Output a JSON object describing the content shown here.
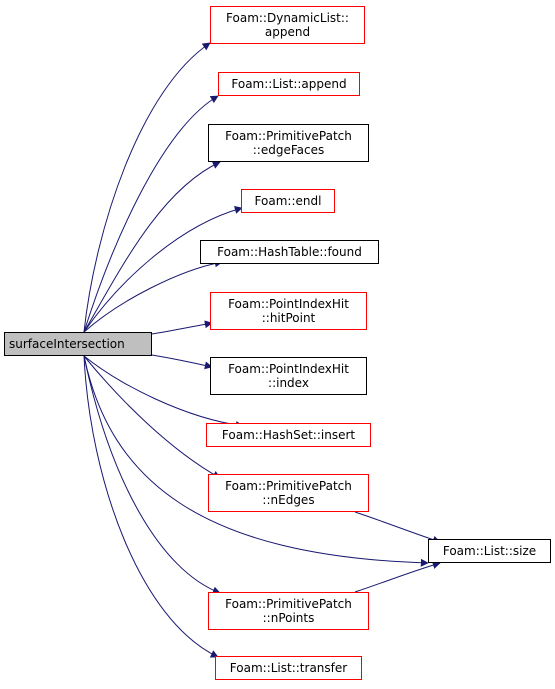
{
  "colors": {
    "edge": "#191970",
    "red_border": "#ff0000",
    "black_border": "#000000",
    "root_fill": "#bfbfbf"
  },
  "root": {
    "label": "surfaceIntersection"
  },
  "nodes": [
    {
      "id": "dynamiclist-append",
      "lines": [
        "Foam::DynamicList::",
        "append"
      ],
      "border": "red"
    },
    {
      "id": "list-append",
      "lines": [
        "Foam::List::append"
      ],
      "border": "red"
    },
    {
      "id": "primitivepatch-edgefaces",
      "lines": [
        "Foam::PrimitivePatch",
        "::edgeFaces"
      ],
      "border": "black"
    },
    {
      "id": "endl",
      "lines": [
        "Foam::endl"
      ],
      "border": "red"
    },
    {
      "id": "hashtable-found",
      "lines": [
        "Foam::HashTable::found"
      ],
      "border": "black"
    },
    {
      "id": "pointindexhit-hitpoint",
      "lines": [
        "Foam::PointIndexHit",
        "::hitPoint"
      ],
      "border": "red"
    },
    {
      "id": "pointindexhit-index",
      "lines": [
        "Foam::PointIndexHit",
        "::index"
      ],
      "border": "black"
    },
    {
      "id": "hashset-insert",
      "lines": [
        "Foam::HashSet::insert"
      ],
      "border": "red"
    },
    {
      "id": "primitivepatch-nedges",
      "lines": [
        "Foam::PrimitivePatch",
        "::nEdges"
      ],
      "border": "red"
    },
    {
      "id": "list-size",
      "lines": [
        "Foam::List::size"
      ],
      "border": "black"
    },
    {
      "id": "primitivepatch-npoints",
      "lines": [
        "Foam::PrimitivePatch",
        "::nPoints"
      ],
      "border": "red"
    },
    {
      "id": "list-transfer",
      "lines": [
        "Foam::List::transfer"
      ],
      "border": "red"
    }
  ],
  "edges": [
    {
      "from": "root",
      "to": "dynamiclist-append"
    },
    {
      "from": "root",
      "to": "list-append"
    },
    {
      "from": "root",
      "to": "primitivepatch-edgefaces"
    },
    {
      "from": "root",
      "to": "endl"
    },
    {
      "from": "root",
      "to": "hashtable-found"
    },
    {
      "from": "root",
      "to": "pointindexhit-hitpoint"
    },
    {
      "from": "root",
      "to": "pointindexhit-index"
    },
    {
      "from": "root",
      "to": "hashset-insert"
    },
    {
      "from": "root",
      "to": "primitivepatch-nedges"
    },
    {
      "from": "root",
      "to": "list-size"
    },
    {
      "from": "root",
      "to": "primitivepatch-npoints"
    },
    {
      "from": "root",
      "to": "list-transfer"
    },
    {
      "from": "primitivepatch-nedges",
      "to": "list-size"
    },
    {
      "from": "primitivepatch-npoints",
      "to": "list-size"
    }
  ]
}
